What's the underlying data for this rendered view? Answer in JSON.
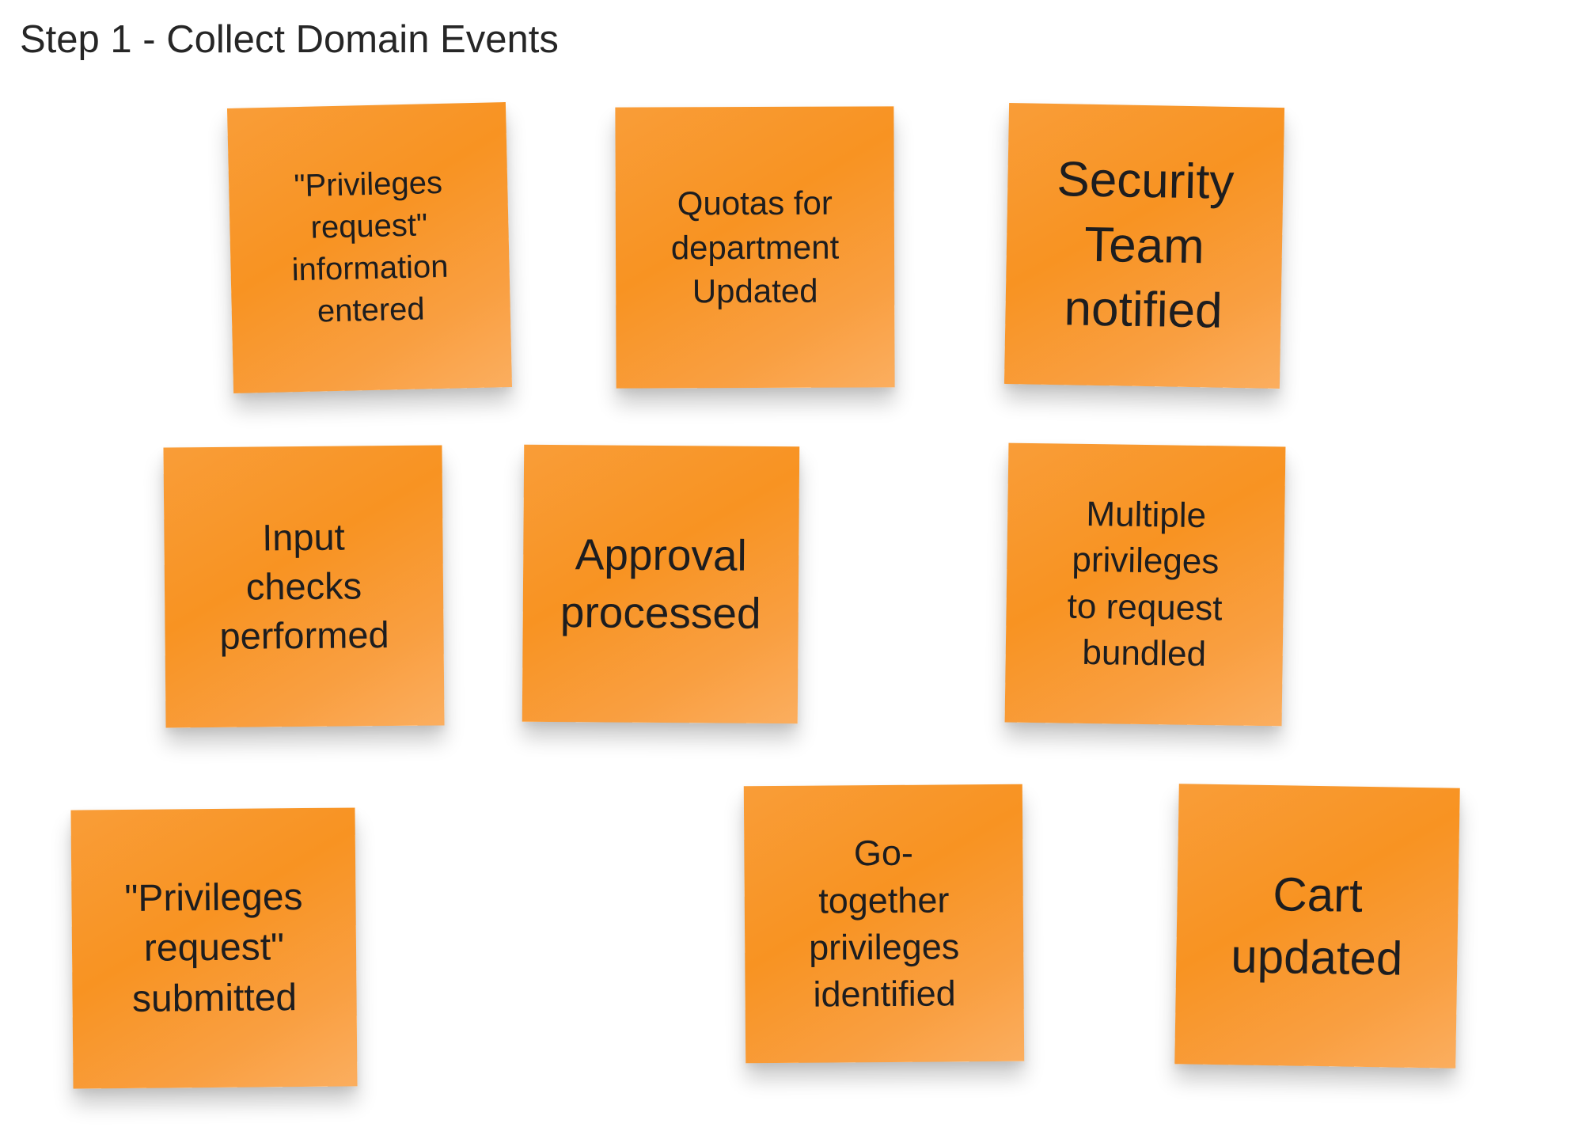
{
  "colors": {
    "background": "#ffffff",
    "title_text": "#262626",
    "note_text": "#1d1d1f",
    "note_orange": "#f89322",
    "note_orange_light": "#fbae5f"
  },
  "board": {
    "title": "Step 1 - Collect Domain Events",
    "notes": [
      {
        "id": "note-1",
        "text": "\"Privileges\nrequest\"\ninformation\nentered"
      },
      {
        "id": "note-2",
        "text": "Quotas for\ndepartment\nUpdated"
      },
      {
        "id": "note-3",
        "text": "Security\nTeam\nnotified"
      },
      {
        "id": "note-4",
        "text": "Input\nchecks\nperformed"
      },
      {
        "id": "note-5",
        "text": "Approval\nprocessed"
      },
      {
        "id": "note-6",
        "text": "Multiple\nprivileges\nto request\nbundled"
      },
      {
        "id": "note-7",
        "text": "\"Privileges\nrequest\"\nsubmitted"
      },
      {
        "id": "note-8",
        "text": "Go-\ntogether\nprivileges\nidentified"
      },
      {
        "id": "note-9",
        "text": "Cart\nupdated"
      }
    ]
  }
}
